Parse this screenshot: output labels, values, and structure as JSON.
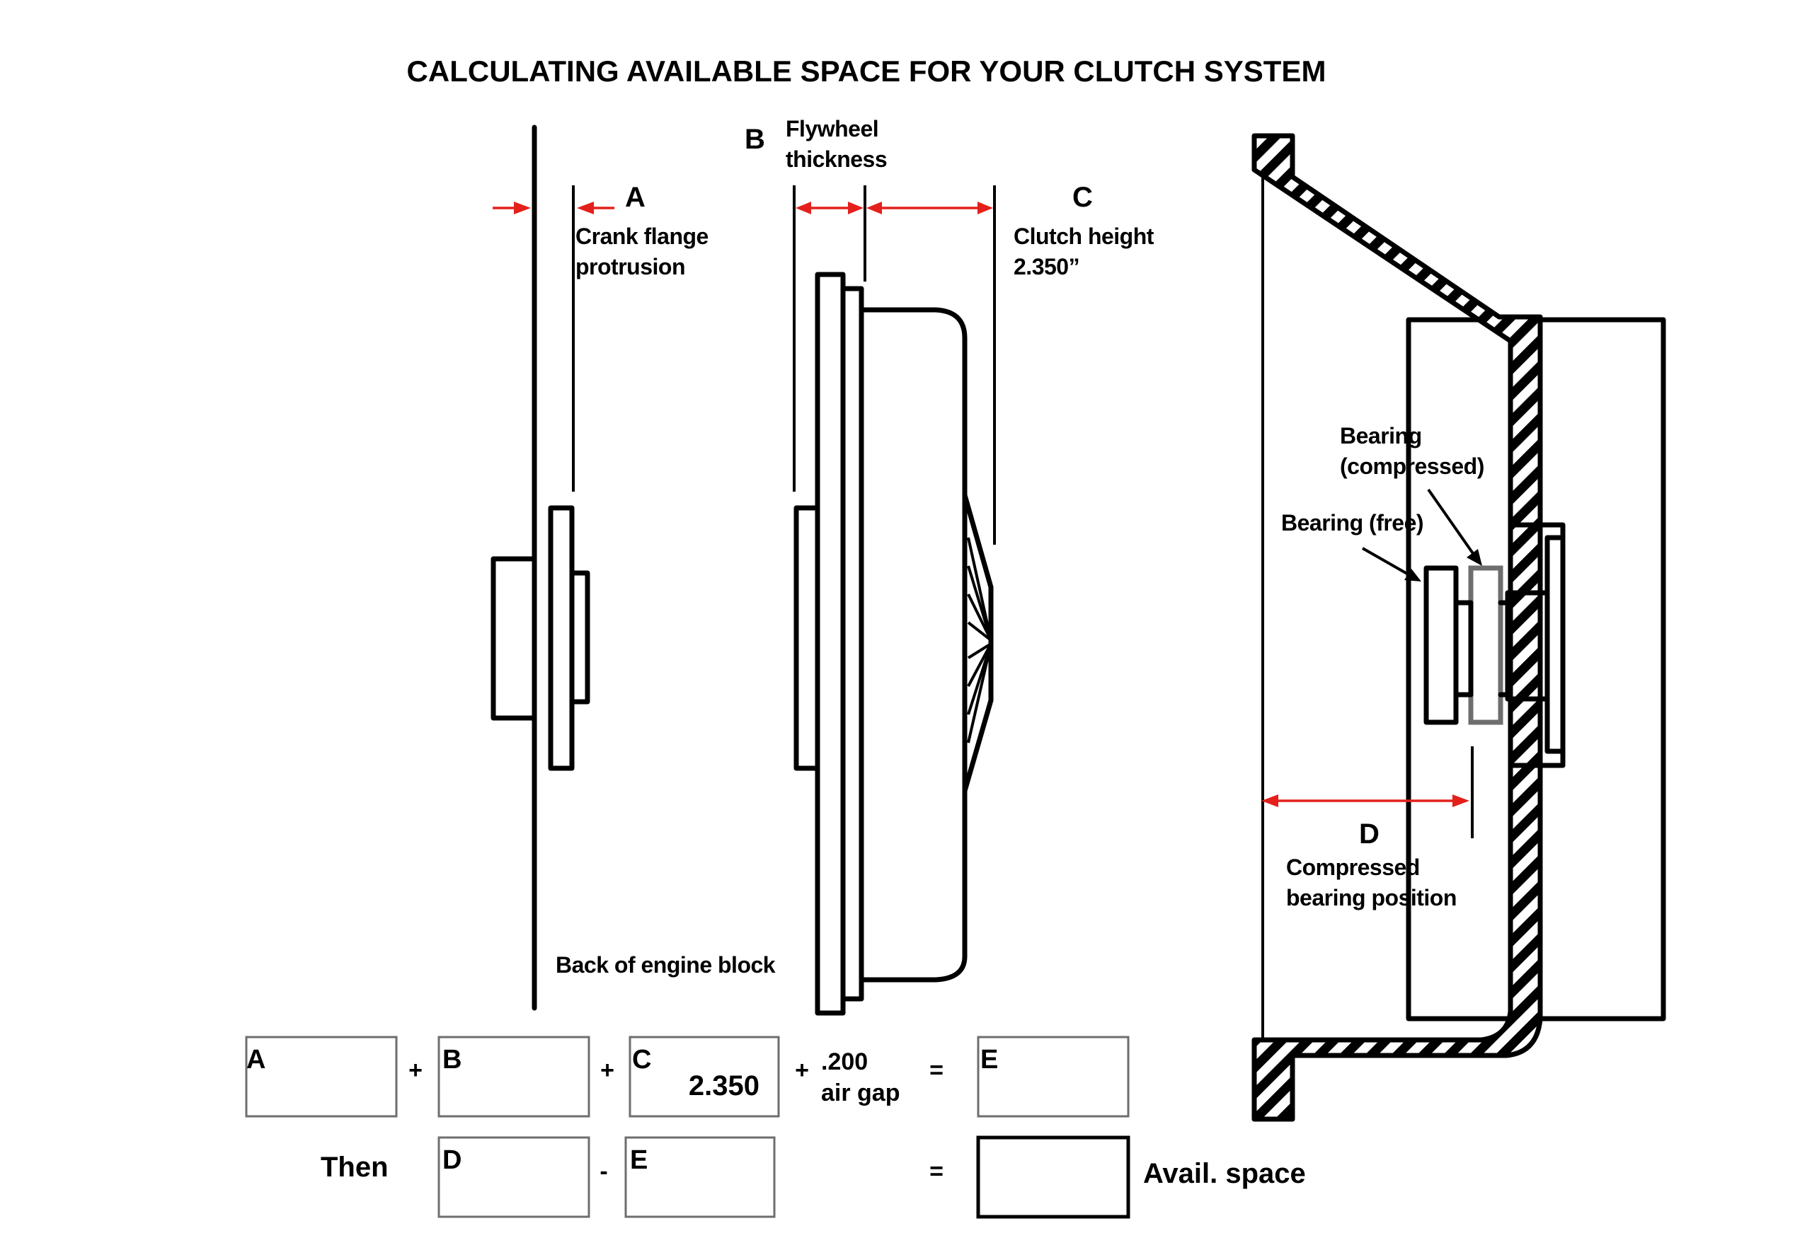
{
  "title": "CALCULATING AVAILABLE SPACE FOR YOUR CLUTCH SYSTEM",
  "labels": {
    "A": "A",
    "A_text_1": "Crank flange",
    "A_text_2": "protrusion",
    "B": "B",
    "B_text_1": "Flywheel",
    "B_text_2": "thickness",
    "C": "C",
    "C_text_1": "Clutch height",
    "C_text_2": "2.350”",
    "D": "D",
    "D_text_1": "Compressed",
    "D_text_2": "bearing position",
    "bearing_compressed_1": "Bearing",
    "bearing_compressed_2": "(compressed)",
    "bearing_free": "Bearing (free)",
    "engine_block": "Back of engine block"
  },
  "formula": {
    "row1": {
      "box_a": "A",
      "plus1": "+",
      "box_b": "B",
      "plus2": "+",
      "box_c": "C",
      "box_c_value": "2.350",
      "plus3": "+",
      "air_gap_value": ".200",
      "air_gap_label": "air gap",
      "equals": "=",
      "box_e": "E"
    },
    "row2": {
      "then": "Then",
      "box_d": "D",
      "minus": "-",
      "box_e": "E",
      "equals": "=",
      "result_label": "Avail. space"
    }
  },
  "colors": {
    "dimension": "#e3201b",
    "ink": "#000000",
    "box_border": "#6e6e6e"
  }
}
